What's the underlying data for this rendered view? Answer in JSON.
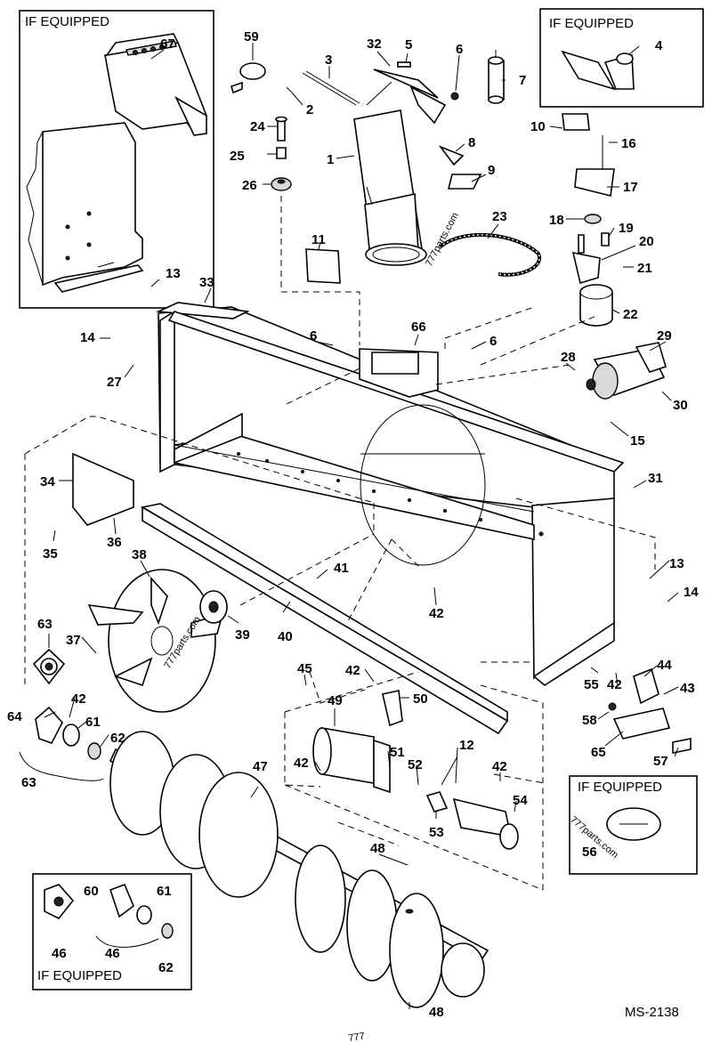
{
  "diagram": {
    "document_id": "MS-2138",
    "inset_labels": {
      "top_left": "IF EQUIPPED",
      "top_right": "IF EQUIPPED",
      "bottom_right": "IF EQUIPPED",
      "bottom_left": "IF EQUIPPED"
    },
    "watermarks": [
      "777parts.com",
      "777parts.com",
      "777parts.com",
      "777"
    ],
    "callouts": [
      "1",
      "2",
      "3",
      "4",
      "5",
      "6",
      "6",
      "6",
      "7",
      "8",
      "9",
      "10",
      "11",
      "12",
      "13",
      "13",
      "14",
      "14",
      "15",
      "16",
      "17",
      "18",
      "19",
      "20",
      "21",
      "22",
      "23",
      "24",
      "25",
      "26",
      "27",
      "28",
      "29",
      "30",
      "31",
      "32",
      "33",
      "34",
      "35",
      "36",
      "37",
      "38",
      "39",
      "40",
      "41",
      "42",
      "42",
      "42",
      "42",
      "42",
      "42",
      "43",
      "44",
      "45",
      "46",
      "46",
      "47",
      "48",
      "48",
      "49",
      "50",
      "51",
      "52",
      "53",
      "54",
      "55",
      "56",
      "57",
      "58",
      "59",
      "60",
      "61",
      "61",
      "62",
      "62",
      "63",
      "63",
      "64",
      "65",
      "66",
      "67"
    ]
  }
}
